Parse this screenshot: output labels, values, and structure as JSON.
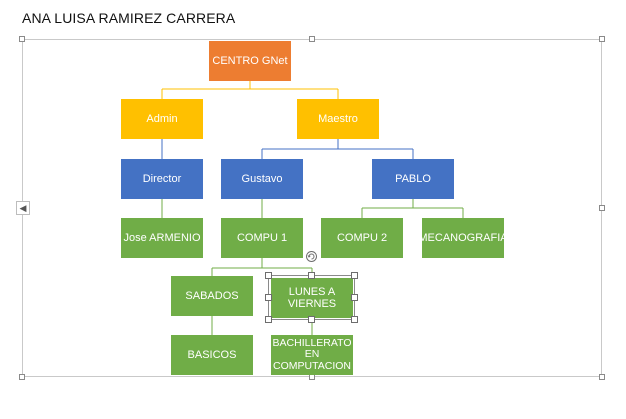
{
  "document": {
    "title": "ANA LUISA RAMIREZ CARRERA"
  },
  "diagram": {
    "nodes": {
      "centro": "CENTRO GNet",
      "admin": "Admin",
      "maestro": "Maestro",
      "director": "Director",
      "gustavo": "Gustavo",
      "pablo": "PABLO",
      "jose": "Jose ARMENIO",
      "compu1": "COMPU 1",
      "compu2": "COMPU 2",
      "mecanografia": "MECANOGRAFIA",
      "sabados": "SABADOS",
      "lunes": "LUNES A VIERNES",
      "basicos": "BASICOS",
      "bachillerato": "BACHILLERATO EN COMPUTACION"
    },
    "colors": {
      "level0": "#ed7d31",
      "level1": "#ffc000",
      "level2": "#4472c4",
      "level3": "#70ad47"
    },
    "icons": {
      "collapse": "chevron-left-icon",
      "rotate": "rotate-handle-icon"
    }
  }
}
